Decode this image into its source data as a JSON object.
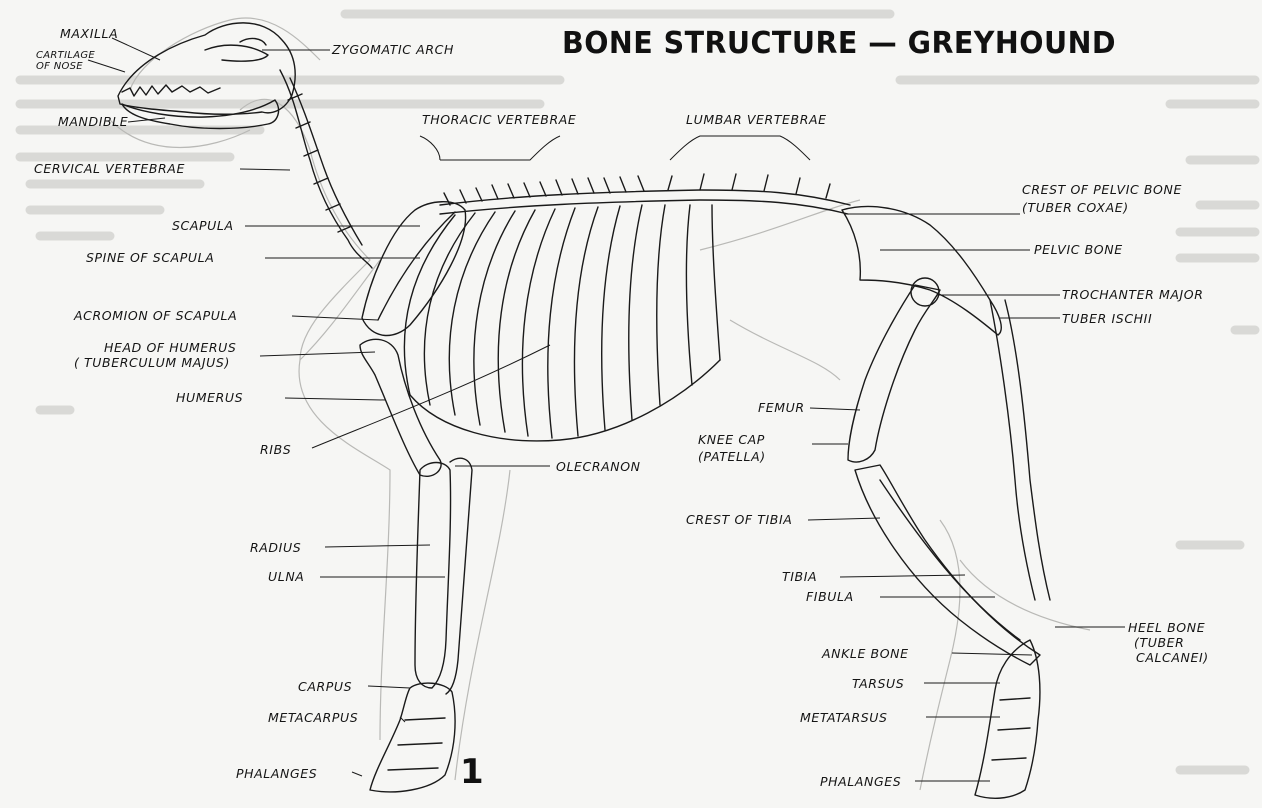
{
  "title": "BONE STRUCTURE — GREYHOUND",
  "figure_number": "1",
  "labels": {
    "maxilla": "MAXILLA",
    "cartilage_of_nose_1": "CARTILAGE",
    "cartilage_of_nose_2": "OF NOSE",
    "zygomatic_arch": "ZYGOMATIC ARCH",
    "mandible": "MANDIBLE",
    "cervical_vertebrae": "CERVICAL VERTEBRAE",
    "thoracic_vertebrae": "THORACIC VERTEBRAE",
    "lumbar_vertebrae": "LUMBAR VERTEBRAE",
    "crest_of_pelvic_bone_1": "CREST OF PELVIC BONE",
    "crest_of_pelvic_bone_2": "(TUBER COXAE)",
    "scapula": "SCAPULA",
    "spine_of_scapula": "SPINE OF SCAPULA",
    "pelvic_bone": "PELVIC BONE",
    "trochanter_major": "TROCHANTER MAJOR",
    "tuber_ischii": "TUBER ISCHII",
    "acromion_of_scapula": "ACROMION OF SCAPULA",
    "head_of_humerus_1": "HEAD OF HUMERUS",
    "head_of_humerus_2": "( TUBERCULUM MAJUS)",
    "humerus": "HUMERUS",
    "femur": "FEMUR",
    "knee_cap_1": "KNEE CAP",
    "knee_cap_2": "(PATELLA)",
    "ribs": "RIBS",
    "olecranon": "OLECRANON",
    "crest_of_tibia": "CREST OF TIBIA",
    "radius": "RADIUS",
    "ulna": "ULNA",
    "tibia": "TIBIA",
    "fibula": "FIBULA",
    "heel_bone_1": "HEEL BONE",
    "heel_bone_2": "(TUBER",
    "heel_bone_3": "CALCANEI)",
    "ankle_bone": "ANKLE BONE",
    "tarsus": "TARSUS",
    "carpus": "CARPUS",
    "metacarpus": "METACARPUS",
    "metatarsus": "METATARSUS",
    "phalanges_front": "PHALANGES",
    "phalanges_hind": "PHALANGES"
  }
}
